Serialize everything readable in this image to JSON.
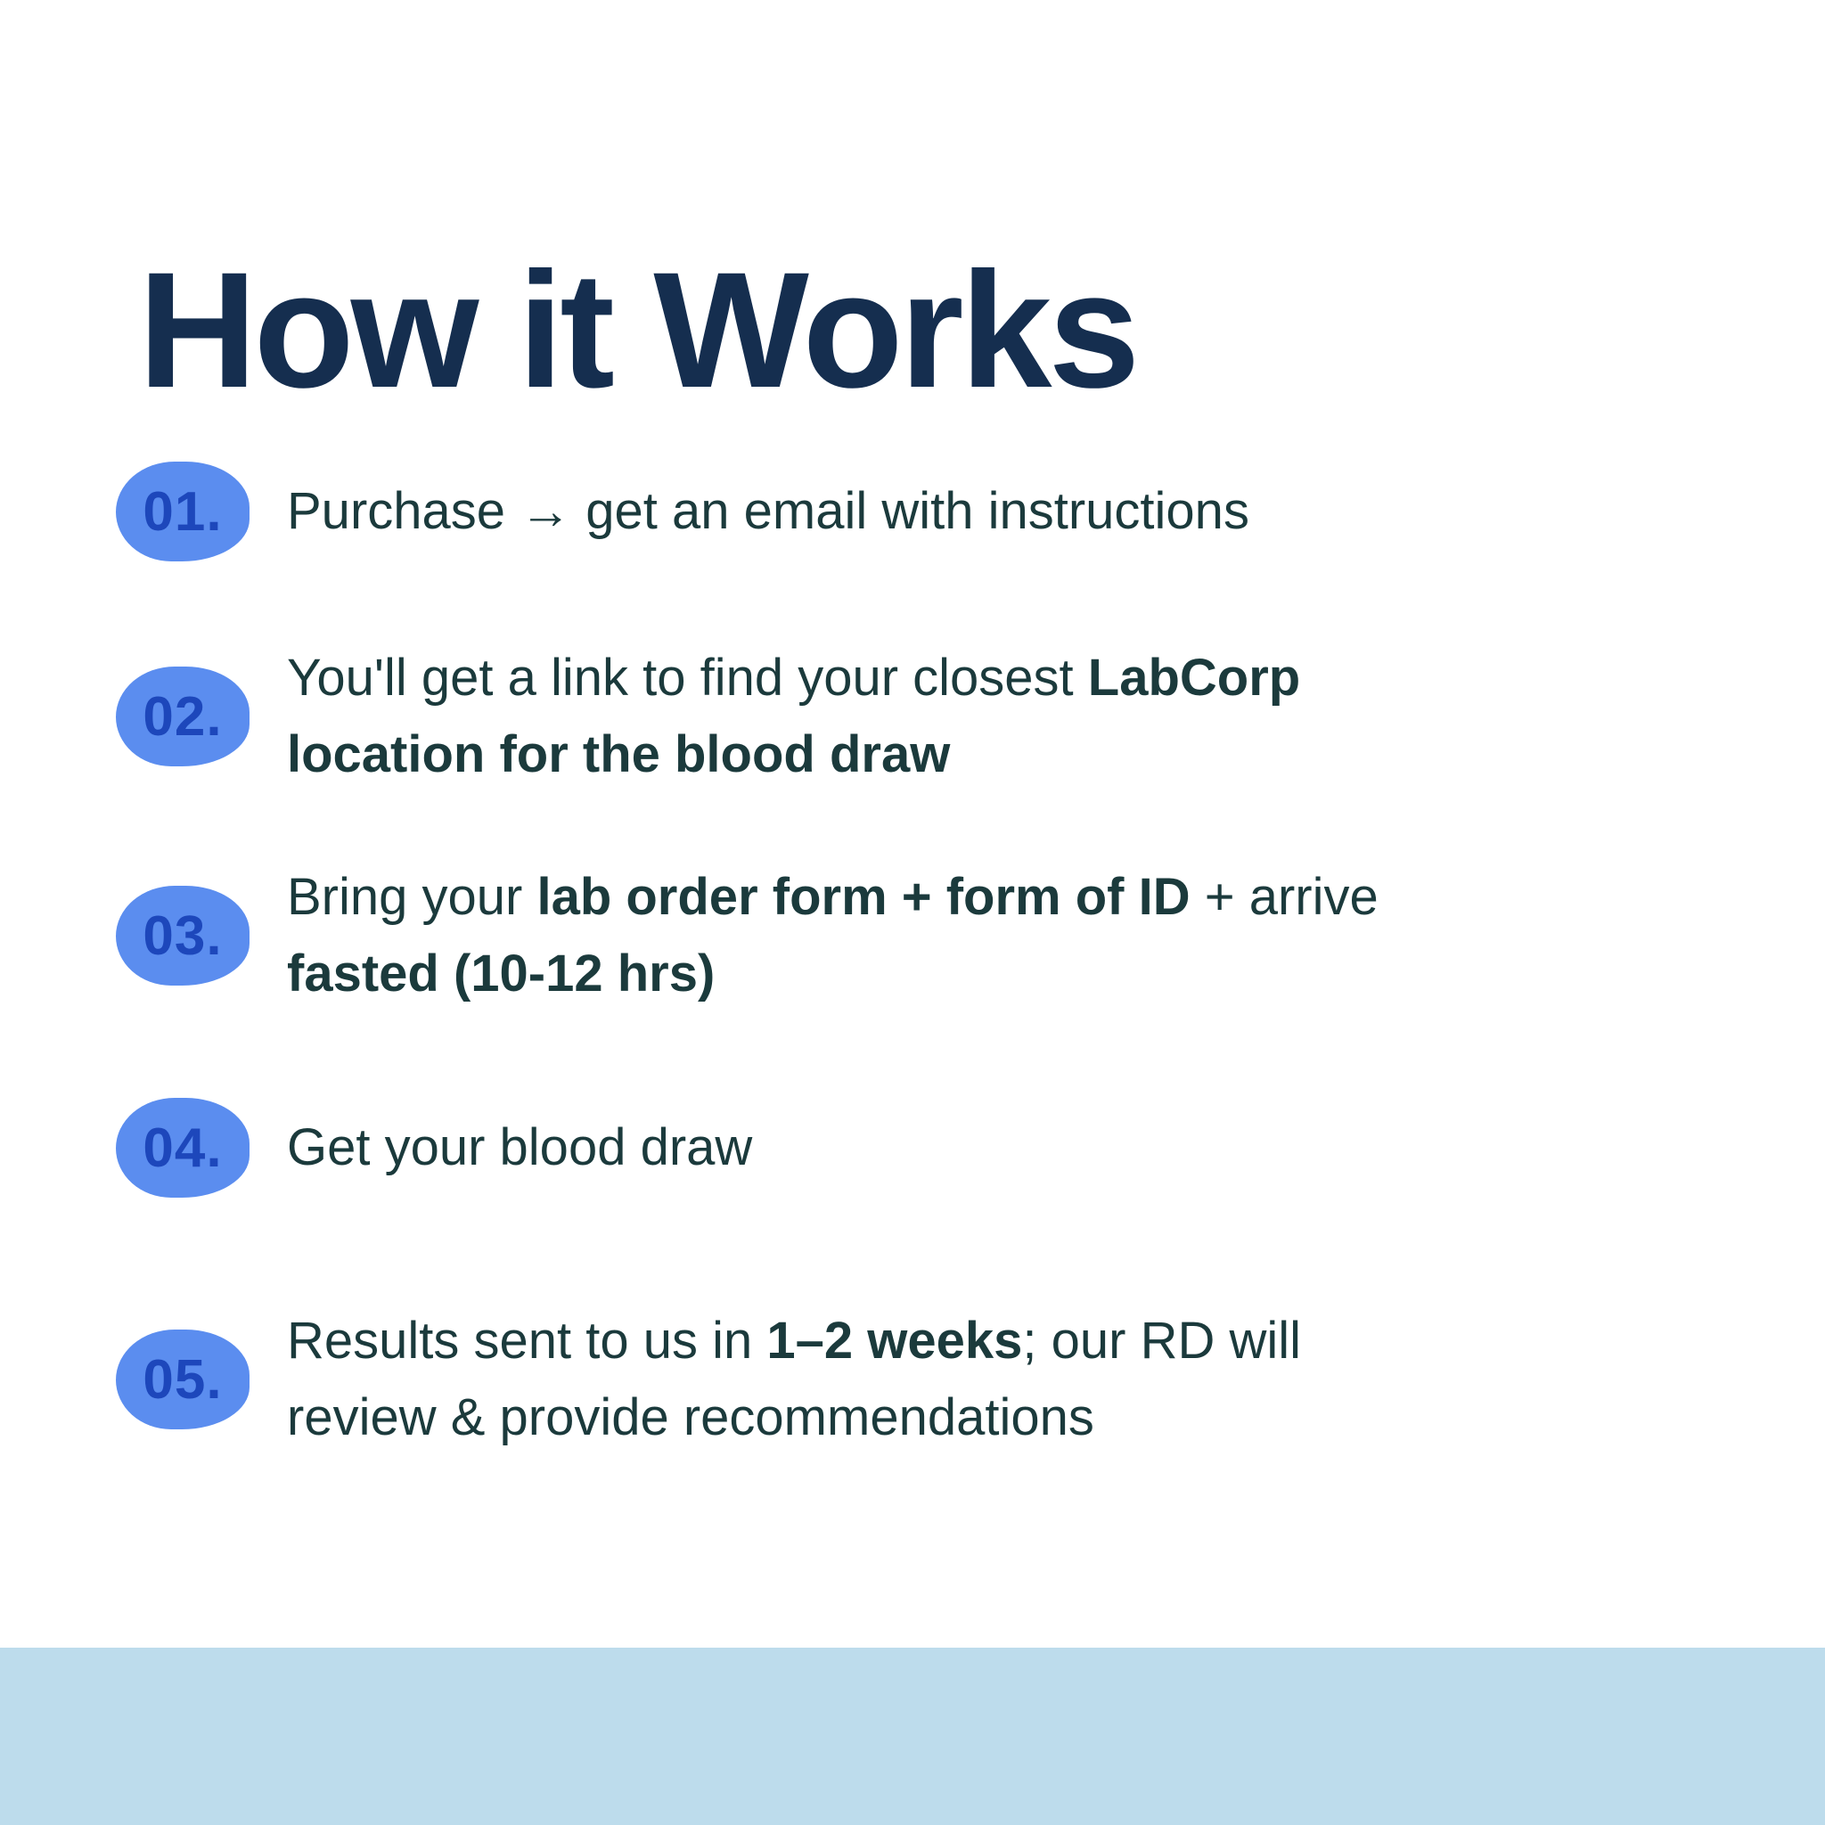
{
  "page": {
    "title": "How it Works"
  },
  "colors": {
    "background": "#ffffff",
    "title_navy": "#152e4f",
    "body_teal": "#1b3a3c",
    "badge_fill": "#5b8def",
    "badge_number": "#1d47bb",
    "footer_band": "#bddcec"
  },
  "steps": [
    {
      "number": "01.",
      "segments": [
        {
          "text": "Purchase → get an email with instructions",
          "bold": false
        }
      ]
    },
    {
      "number": "02.",
      "segments": [
        {
          "text": "You'll get a link to find your closest ",
          "bold": false
        },
        {
          "text": "LabCorp",
          "bold": true
        },
        {
          "text": "location for the blood draw",
          "bold": true
        }
      ]
    },
    {
      "number": "03.",
      "segments": [
        {
          "text": "Bring your ",
          "bold": false
        },
        {
          "text": "lab order form + form of ID",
          "bold": true
        },
        {
          "text": " + arrive",
          "bold": false
        },
        {
          "text": "fasted (10-12 hrs)",
          "bold": true
        }
      ]
    },
    {
      "number": "04.",
      "segments": [
        {
          "text": "Get your blood draw",
          "bold": false
        }
      ]
    },
    {
      "number": "05.",
      "segments": [
        {
          "text": "Results sent to us in ",
          "bold": false
        },
        {
          "text": "1–2 weeks",
          "bold": true
        },
        {
          "text": "; our RD will",
          "bold": false
        },
        {
          "text": "review & provide recommendations",
          "bold": false
        }
      ]
    }
  ]
}
